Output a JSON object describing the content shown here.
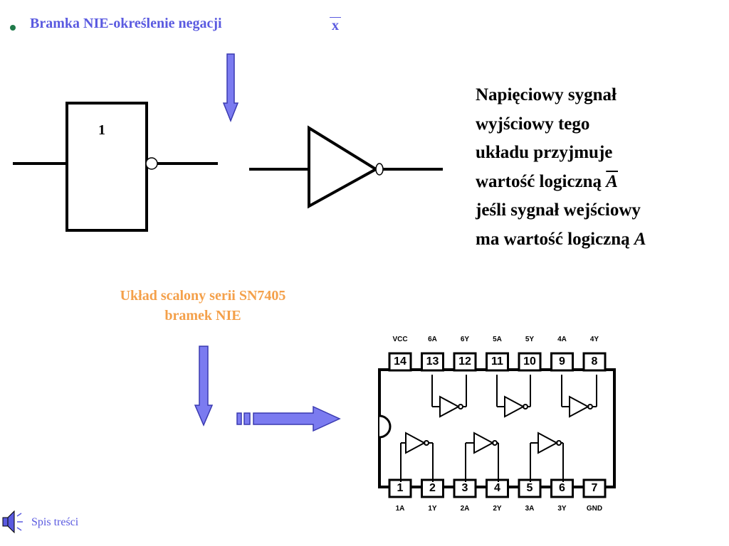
{
  "slide": {
    "title": "Bramka NIE-określenie negacji",
    "title_var": "x",
    "gate_symbol_label": "1",
    "description": {
      "line1": "Napięciowy sygnał",
      "line2": "wyjściowy tego",
      "line3": "układu przyjmuje",
      "line4_prefix": "wartość logiczną ",
      "line4_var": "A",
      "line5": "jeśli sygnał wejściowy",
      "line6_prefix": "ma wartość logiczną ",
      "line6_var": "A"
    },
    "chip_caption": {
      "line1": "Układ scalony serii SN7405",
      "line2": "bramek NIE"
    },
    "toc_link": "Spis treści"
  },
  "chip": {
    "top_pins": [
      {
        "num": "14",
        "label": "VCC"
      },
      {
        "num": "13",
        "label": "6A"
      },
      {
        "num": "12",
        "label": "6Y"
      },
      {
        "num": "11",
        "label": "5A"
      },
      {
        "num": "10",
        "label": "5Y"
      },
      {
        "num": "9",
        "label": "4A"
      },
      {
        "num": "8",
        "label": "4Y"
      }
    ],
    "bottom_pins": [
      {
        "num": "1",
        "label": "1A"
      },
      {
        "num": "2",
        "label": "1Y"
      },
      {
        "num": "3",
        "label": "2A"
      },
      {
        "num": "4",
        "label": "2Y"
      },
      {
        "num": "5",
        "label": "3A"
      },
      {
        "num": "6",
        "label": "3Y"
      },
      {
        "num": "7",
        "label": "GND"
      }
    ]
  },
  "colors": {
    "title": "#5a5ae0",
    "arrow_fill": "#7b7bf0",
    "caption": "#f4a04a",
    "bullet": "#1f7a4a"
  }
}
